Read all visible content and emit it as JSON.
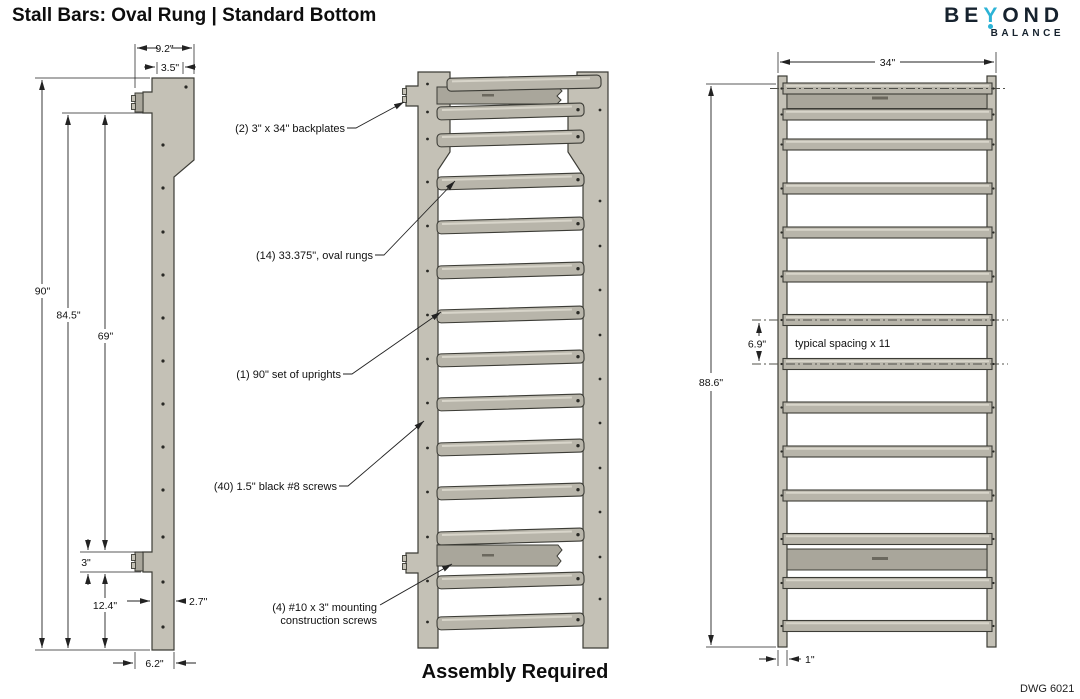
{
  "header": {
    "title": "Stall Bars: Oval Rung | Standard Bottom",
    "logo": {
      "word_start": "BE",
      "word_accent": "Y",
      "word_end": "OND",
      "subtitle": "BALANCE",
      "accent_color": "#2cb3d6",
      "text_color": "#16222e"
    }
  },
  "side_view": {
    "dims": {
      "width_top": "9.2\"",
      "depth_top": "3.5\"",
      "height_total": "90\"",
      "height_upper": "84.5\"",
      "height_inner": "69\"",
      "backplate_height": "3\"",
      "bottom_offset": "12.4\"",
      "plank_depth": "2.7\"",
      "bottom_depth": "6.2\""
    }
  },
  "iso_view": {
    "annotations": {
      "backplates": "(2) 3\" x 34\" backplates",
      "rungs": "(14) 33.375\", oval rungs",
      "uprights": "(1) 90\" set of uprights",
      "screws": "(40) 1.5\" black #8 screws",
      "mounting_line1": "(4) #10 x 3\" mounting",
      "mounting_line2": "construction screws"
    }
  },
  "front_view": {
    "dims": {
      "width": "34\"",
      "height": "88.6\"",
      "rung_spacing": "6.9\"",
      "spacing_note": "typical spacing x 11",
      "upright_width": "1\""
    }
  },
  "footer": {
    "assembly_note": "Assembly Required",
    "drawing_number": "DWG 6021"
  },
  "colors": {
    "wood": "#c4c1b6",
    "wood_dark": "#a9a69b",
    "outline": "#3c3c36",
    "dimension": "#222222",
    "logo_accent": "#2cb3d6"
  }
}
